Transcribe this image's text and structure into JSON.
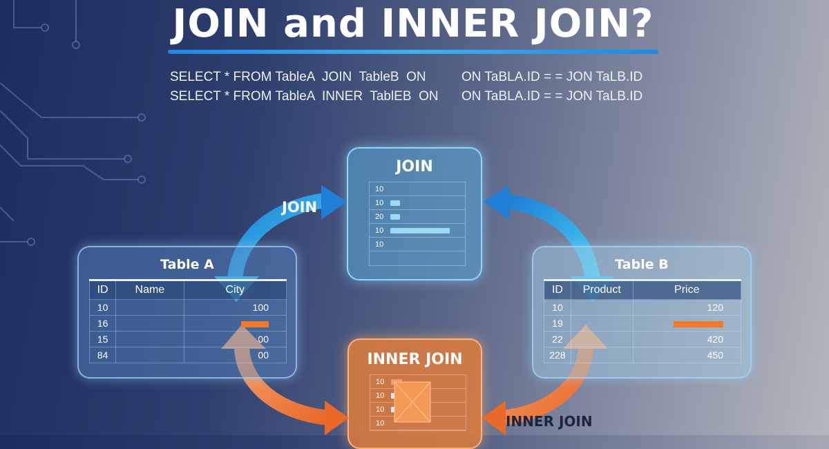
{
  "title": "JOIN and INNER JOIN?",
  "sql": [
    "SELECT * FROM TableA  JOIN  TableB  ON",
    "SELECT * FROM TableA  INNER  TablEB  ON"
  ],
  "sql_right": [
    "ON TaBLA.ID = = JON TaLB.ID",
    "ON TaBLA.ID = = JON TaLB.ID"
  ],
  "join_box": {
    "title": "JOIN",
    "rows": [
      "10",
      "10",
      "20",
      "10",
      "10"
    ]
  },
  "inner_box": {
    "title": "INNER JOIN",
    "rows": [
      "10",
      "10",
      "10",
      "10"
    ]
  },
  "table_a": {
    "title": "Table A",
    "headers": [
      "ID",
      "Name",
      "City"
    ],
    "rows": [
      [
        "10",
        "",
        "100"
      ],
      [
        "16",
        "",
        ""
      ],
      [
        "15",
        "",
        "00"
      ],
      [
        "84",
        "",
        "00"
      ]
    ]
  },
  "table_b": {
    "title": "Table B",
    "headers": [
      "ID",
      "Product",
      "Price"
    ],
    "rows": [
      [
        "10",
        "",
        "120"
      ],
      [
        "19",
        "",
        ""
      ],
      [
        "22",
        "",
        "420"
      ],
      [
        "228",
        "",
        "450"
      ]
    ]
  },
  "labels": {
    "join_arrow": "JOIN",
    "inner_arrow": "INNER JOIN"
  },
  "colors": {
    "join": "#2fa8ee",
    "inner": "#f07a2a"
  }
}
